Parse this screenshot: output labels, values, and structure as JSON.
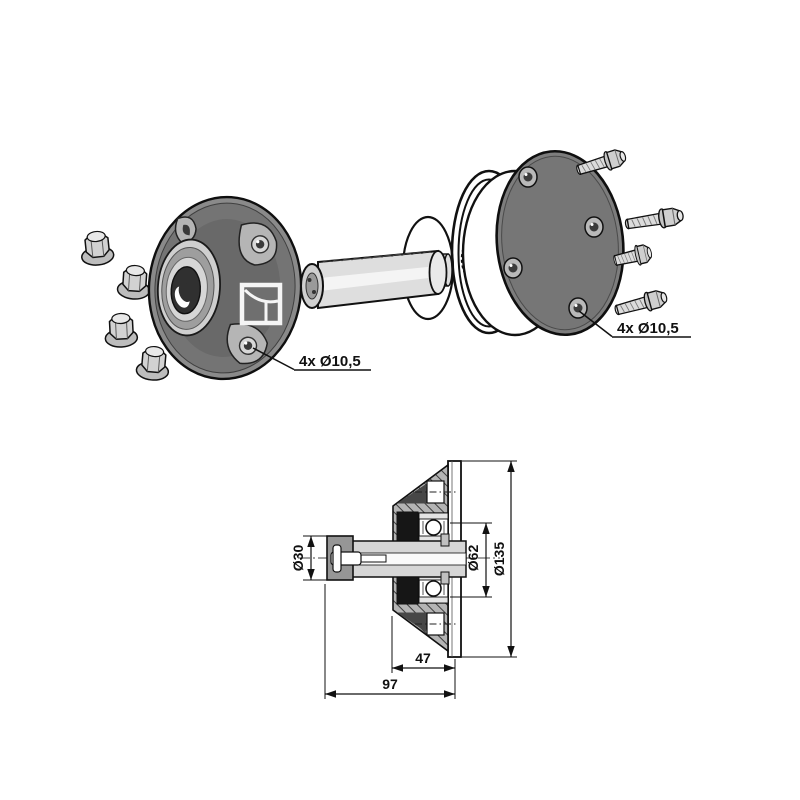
{
  "drawing": {
    "exploded_view": {
      "hub_holes_label": "4x Ø10,5",
      "cover_holes_label": "4x Ø10,5"
    },
    "section_view": {
      "shaft_diameter": "Ø30",
      "hub_bore_diameter": "Ø62",
      "flange_diameter": "Ø135",
      "hub_depth": "47",
      "total_length": "97"
    },
    "colors": {
      "line": "#111111",
      "hub_face": "#6f6f6f",
      "pocket": "#b5b5b5",
      "cover_disc": "#7d7d7d",
      "shaft": "#d6d6d6",
      "hatch_fill": "#b4b4b4",
      "background": "#ffffff"
    }
  }
}
